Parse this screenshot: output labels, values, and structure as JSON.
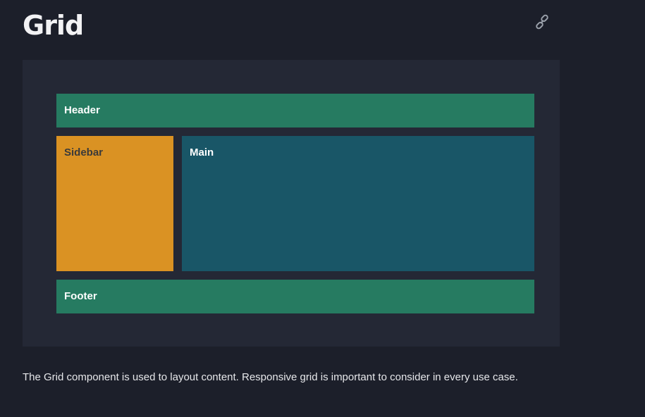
{
  "page": {
    "title": "Grid",
    "description": "The Grid component is used to layout content. Responsive grid is important to consider in every use case.",
    "icons": {
      "anchor_link": "link-icon"
    }
  },
  "demo": {
    "areas": {
      "header": "Header",
      "sidebar": "Sidebar",
      "main": "Main",
      "footer": "Footer"
    }
  },
  "colors": {
    "background": "#1c1f2a",
    "panel": "#242835",
    "header_footer": "#267b61",
    "sidebar": "#da9223",
    "main": "#195667"
  }
}
